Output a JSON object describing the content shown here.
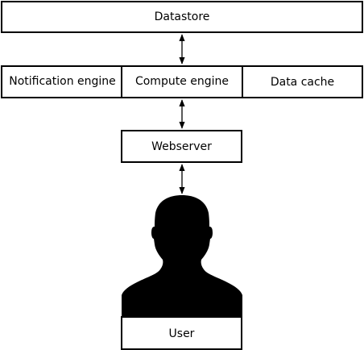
{
  "diagram": {
    "datastore": "Datastore",
    "notification_engine": "Notification engine",
    "compute_engine": "Compute engine",
    "data_cache": "Data cache",
    "webserver": "Webserver",
    "user": "User",
    "user_icon": "person-silhouette-icon",
    "connector_icon": "bidirectional-arrow-icon",
    "colors": {
      "stroke": "#000000",
      "fill": "#ffffff"
    }
  }
}
